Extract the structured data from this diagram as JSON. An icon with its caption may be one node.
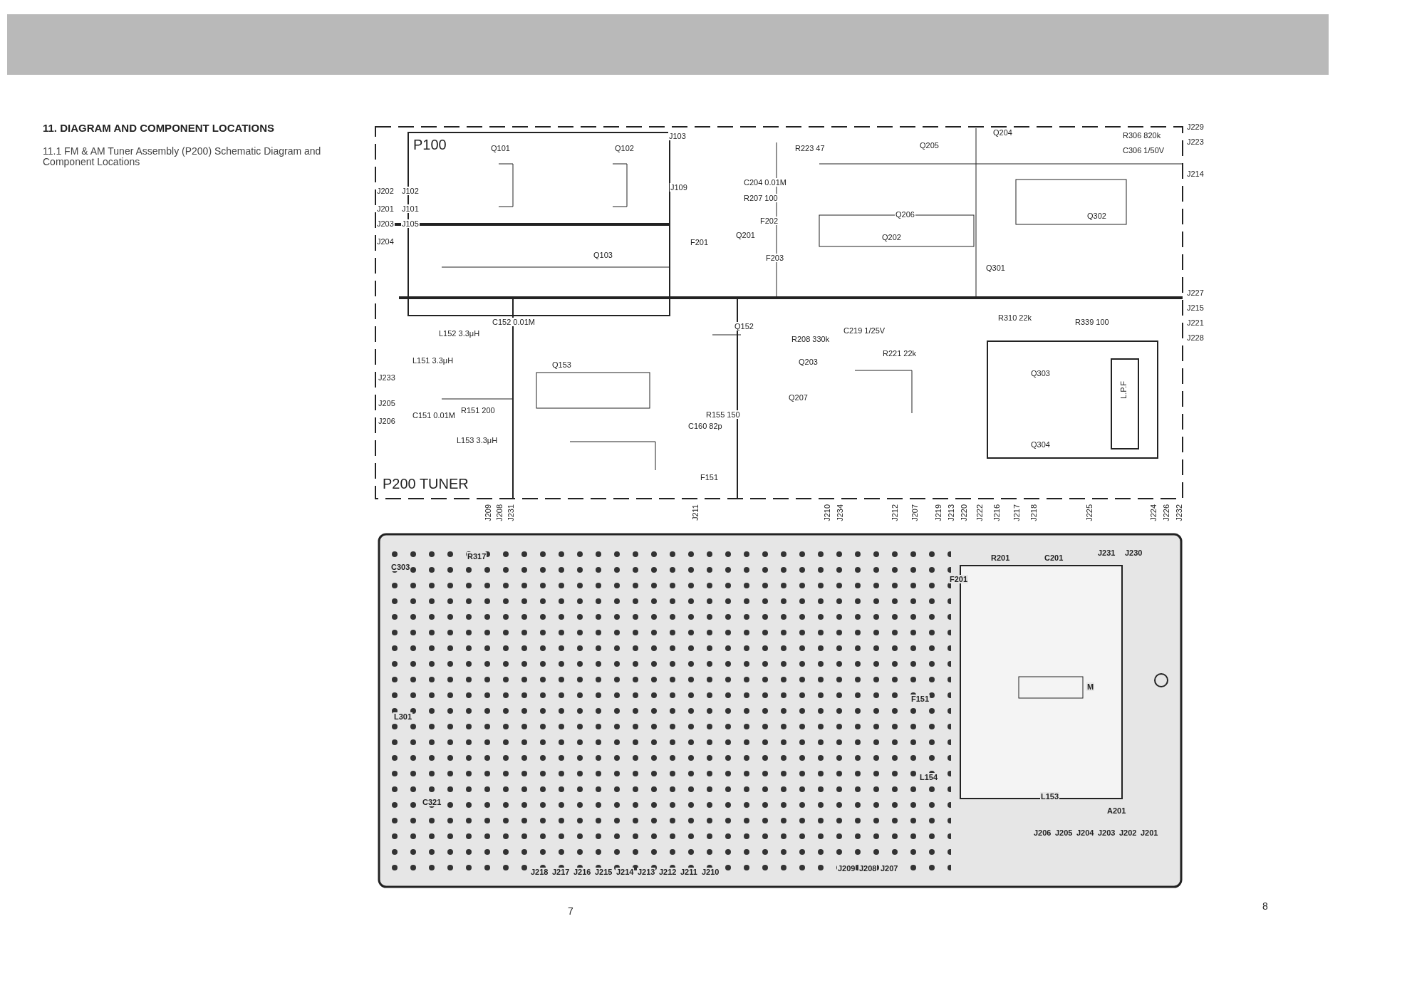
{
  "diagram": {
    "title": "11. DIAGRAM AND COMPONENT LOCATIONS",
    "labels": [
      "11.1 FM & AM Tuner Assembly (P200) Schematic Diagram and Component Locations",
      "P100",
      "P200 TUNER",
      "L.P.F",
      "Q101",
      "Q102",
      "Q103",
      "Q152",
      "Q153",
      "Q201",
      "Q202",
      "Q203",
      "Q204",
      "Q205",
      "Q206",
      "Q207",
      "Q301",
      "Q302",
      "Q303",
      "Q304",
      "F151",
      "F201",
      "F202",
      "F203",
      "L151 3.3μH",
      "L152 3.3μH",
      "L153 3.3μH",
      "J103",
      "J109",
      "J202",
      "J102",
      "J201",
      "J101",
      "J203",
      "J105",
      "J204",
      "J229",
      "J223",
      "J214",
      "J227",
      "J215",
      "J221",
      "J228",
      "J233",
      "J205",
      "J206",
      "J209",
      "J208",
      "J231",
      "J211",
      "J210",
      "J234",
      "J212",
      "J207",
      "J219",
      "J213",
      "J220",
      "J222",
      "J216",
      "J217",
      "J218",
      "J225",
      "J224",
      "J226",
      "J232",
      "R223 47",
      "R306 820k",
      "C306 1/50V",
      "C204 0.01M",
      "R207 100",
      "C152 0.01M",
      "C151 0.01M",
      "R151 200",
      "C160 82p",
      "R155 150",
      "C219 1/25V",
      "R208 330k",
      "R221 22k",
      "R339 100",
      "R310 22k",
      "A201",
      "L301",
      "L153",
      "M",
      "C321",
      "R317",
      "C303",
      "J231",
      "J230",
      "R201",
      "C201",
      "J206",
      "J205",
      "J204",
      "J203",
      "J202",
      "J201",
      "J218",
      "J217",
      "J216",
      "J215",
      "J214",
      "J213",
      "J212",
      "J211",
      "J210",
      "J209",
      "J208",
      "J207",
      "F151",
      "L154",
      "F201",
      "7",
      "8"
    ]
  }
}
